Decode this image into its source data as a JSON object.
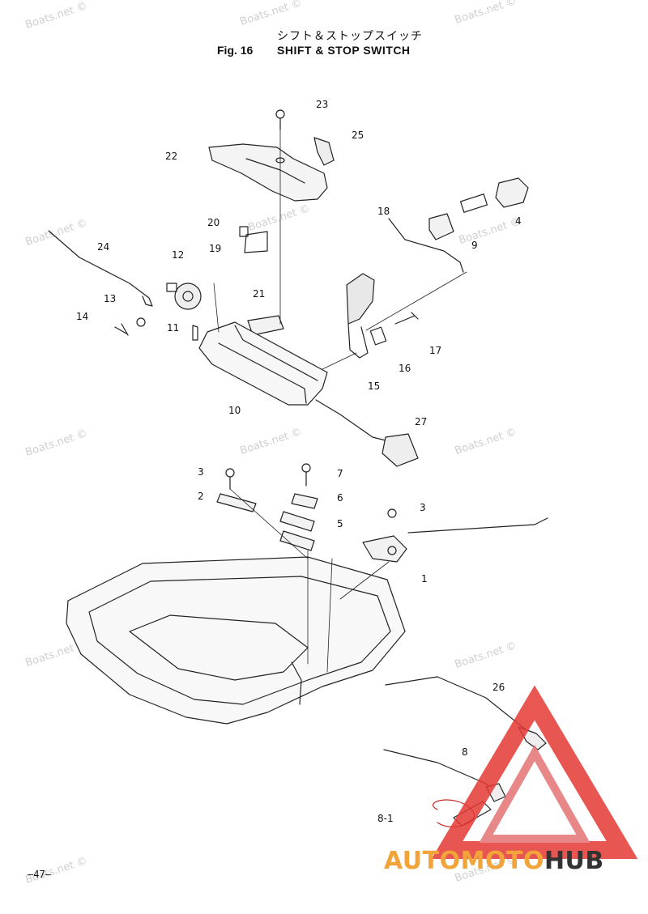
{
  "header": {
    "title_jp": "シフト＆ストップスイッチ",
    "fig_label": "Fig. 16",
    "title_en": "SHIFT & STOP SWITCH"
  },
  "watermark_text": "Boats.net ©",
  "callouts": {
    "c23": "23",
    "c25": "25",
    "c22": "22",
    "c20": "20",
    "c19": "19",
    "c18": "18",
    "c4": "4",
    "c9": "9",
    "c24": "24",
    "c12": "12",
    "c21": "21",
    "c13": "13",
    "c14": "14",
    "c11": "11",
    "c17": "17",
    "c16": "16",
    "c15": "15",
    "c10": "10",
    "c27": "27",
    "c3a": "3",
    "c7": "7",
    "c2": "2",
    "c6": "6",
    "c5": "5",
    "c3b": "3",
    "c1": "1",
    "c26": "26",
    "c8": "8",
    "c81": "8-1"
  },
  "page_number": "—47—",
  "logo": {
    "part1": "AUTO",
    "part2": "MOTO",
    "part3": "HUB",
    "accent": "#f2a33a",
    "triangle_color": "#e53935",
    "dark": "#333333"
  }
}
